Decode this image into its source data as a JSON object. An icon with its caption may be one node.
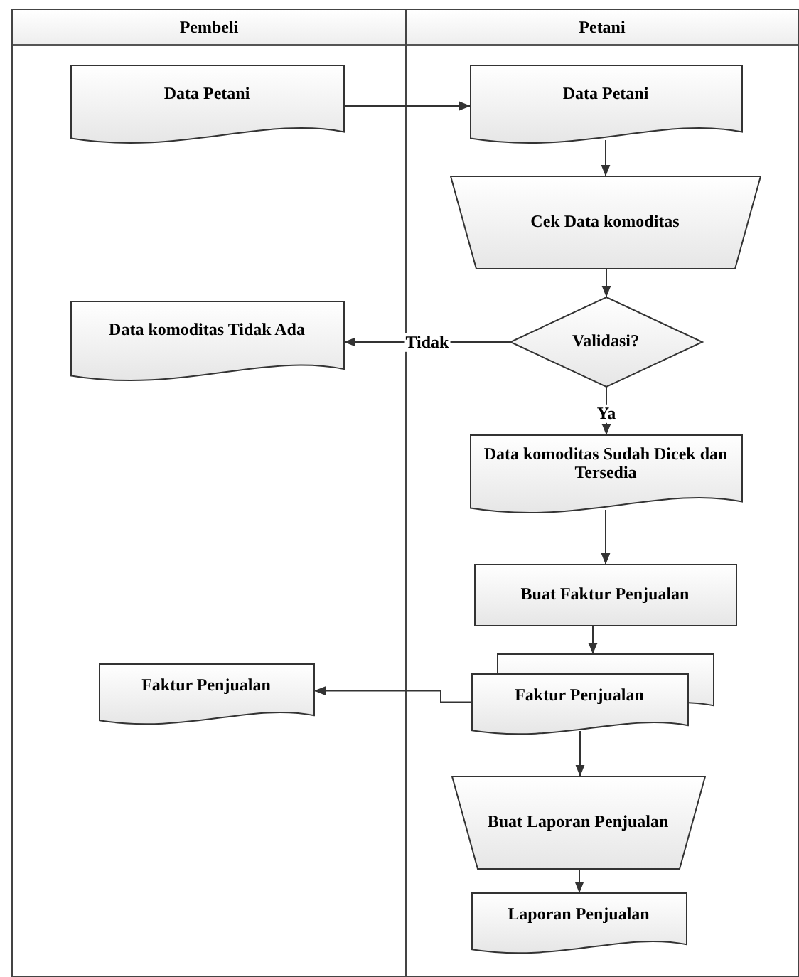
{
  "diagram": {
    "nodes": [
      {
        "text": [
          "Pembeli"
        ]
      },
      {
        "text": [
          "Petani"
        ]
      },
      {
        "text": [
          "Data Petani"
        ],
        "in": 0
      },
      {
        "text": [
          "Data Petani"
        ],
        "in": 1
      },
      {
        "text": [
          "Cek Data komoditas"
        ],
        "in": 1
      },
      {
        "text": [
          "Validasi?"
        ],
        "in": 1
      },
      {
        "text": [
          "Data komoditas Tidak Ada"
        ],
        "in": 0
      },
      {
        "text": [
          "Data komoditas Sudah Dicek dan Tersedia"
        ],
        "in": 1
      },
      {
        "text": [
          "Buat Faktur Penjualan"
        ],
        "in": 1
      },
      {
        "text": [
          "Faktur Penjualan"
        ],
        "in": 1
      },
      {
        "text": [
          "Faktur Penjualan"
        ],
        "in": 0
      },
      {
        "text": [
          "Buat Laporan Penjualan"
        ],
        "in": 1
      },
      {
        "text": [
          "Laporan Penjualan"
        ],
        "in": 1
      }
    ],
    "edges": [
      {
        "from": 2,
        "to": 3,
        "arrow": "to"
      },
      {
        "from": 3,
        "to": 4,
        "arrow": "to"
      },
      {
        "from": 4,
        "to": 5,
        "arrow": "to"
      },
      {
        "from": 5,
        "to": 6,
        "arrow": "to",
        "label": "Tidak"
      },
      {
        "from": 5,
        "to": 7,
        "arrow": "to",
        "label": "Ya"
      },
      {
        "from": 7,
        "to": 8,
        "arrow": "to"
      },
      {
        "from": 8,
        "to": 9,
        "arrow": "to"
      },
      {
        "from": 9,
        "to": 10,
        "arrow": "to"
      },
      {
        "from": 9,
        "to": 11,
        "arrow": "to"
      },
      {
        "from": 11,
        "to": 12,
        "arrow": "to"
      }
    ]
  }
}
